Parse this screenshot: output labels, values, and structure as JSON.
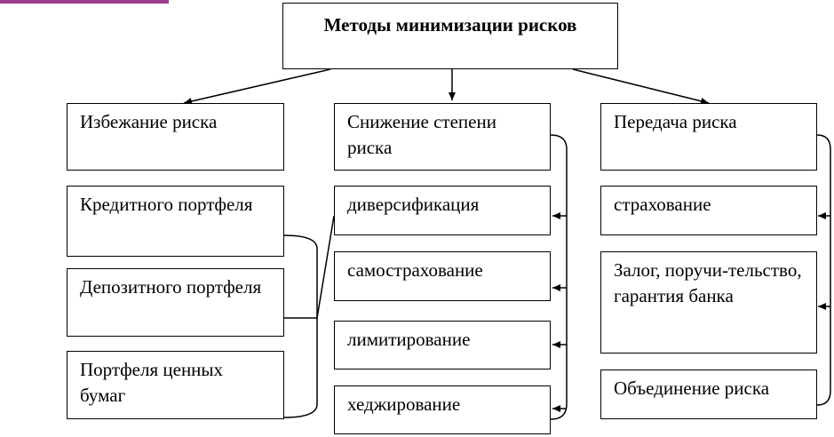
{
  "title": "Методы минимизации рисков",
  "columns": {
    "left": {
      "header": "Избежание риска",
      "items": [
        "Кредитного портфеля",
        "Депозитного портфеля",
        "Портфеля ценных бумаг"
      ]
    },
    "middle": {
      "header": "Снижение степени риска",
      "items": [
        "диверсификация",
        "самострахование",
        "лимитирование",
        "хеджирование"
      ]
    },
    "right": {
      "header": "Передача риска",
      "items": [
        "страхование",
        "Залог, поручи-тельство, гарантия банка",
        "Объединение риска"
      ]
    }
  },
  "colors": {
    "accent": "#9a3c8c",
    "line": "#000000"
  }
}
